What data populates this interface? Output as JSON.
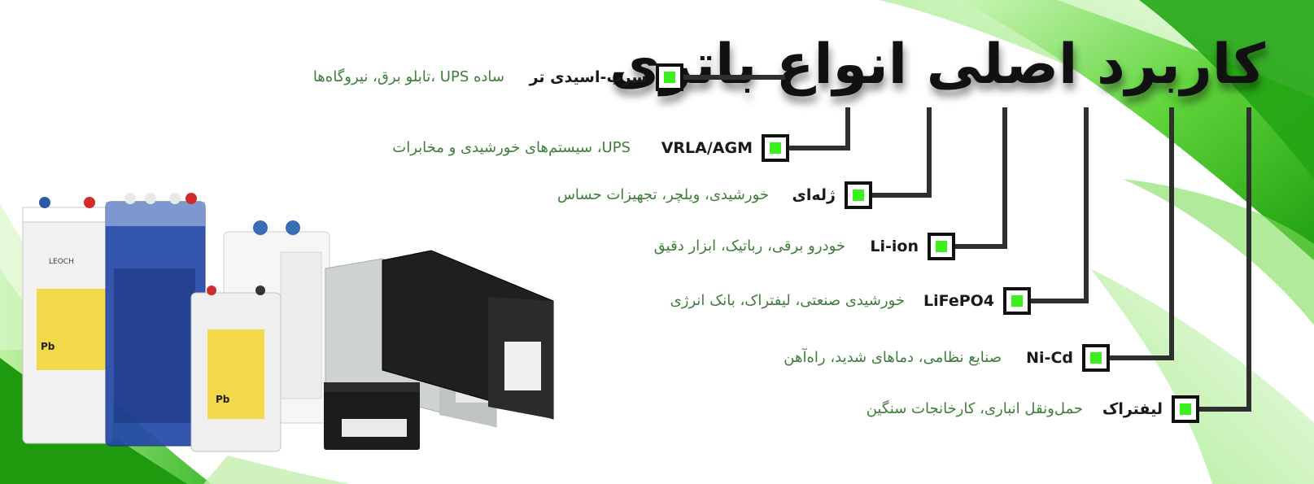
{
  "title": "کاربرد اصلی انواع باتری",
  "colors": {
    "accent_green": "#3cf01e",
    "text_green": "#3f7d3a",
    "line_dark": "#2f2f2f",
    "title_dark": "#111111"
  },
  "battery_types": [
    {
      "name": "سرب-اسیدی تر",
      "description": "ساده UPS ،تابلو برق، نیروگاه‌ها"
    },
    {
      "name": "VRLA/AGM",
      "description": "UPS، سیستم‌های خورشیدی و مخابرات"
    },
    {
      "name": "ژله‌ای",
      "description": "خورشیدی، ویلچر، تجهیزات حساس"
    },
    {
      "name": "Li-ion",
      "description": "خودرو برقی، رباتیک، ابزار دقیق"
    },
    {
      "name": "LiFePO4",
      "description": "خورشیدی صنعتی، لیفتراک، بانک انرژی"
    },
    {
      "name": "Ni-Cd",
      "description": "صنایع نظامی، دماهای شدید، راه‌آهن"
    },
    {
      "name": "لیفتراک",
      "description": "حمل‌ونقل انباری، کارخانجات سنگین"
    }
  ],
  "battery_labels": {
    "brand": "LEOCH",
    "chemistry": "Pb"
  }
}
